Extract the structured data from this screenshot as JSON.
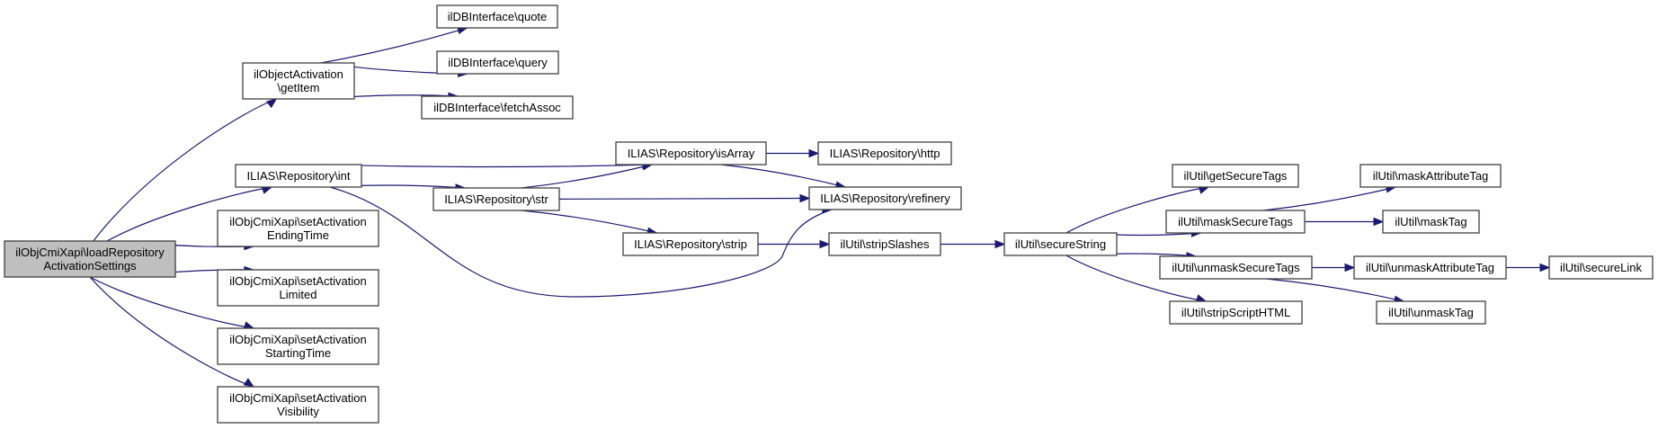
{
  "title": "Call graph of ilObjCmiXapi\\loadRepositoryActivationSettings",
  "colors": {
    "edge": "#191970",
    "root_fill": "#bfbfbf",
    "node_fill": "#ffffff",
    "node_border": "#404040"
  },
  "nodes": [
    {
      "id": "root",
      "lines": [
        "ilObjCmiXapi\\loadRepository",
        "ActivationSettings"
      ],
      "root": true
    },
    {
      "id": "getItem",
      "lines": [
        "ilObjectActivation",
        "\\getItem"
      ]
    },
    {
      "id": "quote",
      "lines": [
        "ilDBInterface\\quote"
      ]
    },
    {
      "id": "query",
      "lines": [
        "ilDBInterface\\query"
      ]
    },
    {
      "id": "fetchAssoc",
      "lines": [
        "ilDBInterface\\fetchAssoc"
      ]
    },
    {
      "id": "int",
      "lines": [
        "ILIAS\\Repository\\int"
      ]
    },
    {
      "id": "str",
      "lines": [
        "ILIAS\\Repository\\str"
      ]
    },
    {
      "id": "isArray",
      "lines": [
        "ILIAS\\Repository\\isArray"
      ]
    },
    {
      "id": "http",
      "lines": [
        "ILIAS\\Repository\\http"
      ]
    },
    {
      "id": "refinery",
      "lines": [
        "ILIAS\\Repository\\refinery"
      ]
    },
    {
      "id": "strip",
      "lines": [
        "ILIAS\\Repository\\strip"
      ]
    },
    {
      "id": "stripSlashes",
      "lines": [
        "ilUtil\\stripSlashes"
      ]
    },
    {
      "id": "secureString",
      "lines": [
        "ilUtil\\secureString"
      ]
    },
    {
      "id": "getSecureTags",
      "lines": [
        "ilUtil\\getSecureTags"
      ]
    },
    {
      "id": "maskSecureTags",
      "lines": [
        "ilUtil\\maskSecureTags"
      ]
    },
    {
      "id": "unmaskSecureTags",
      "lines": [
        "ilUtil\\unmaskSecureTags"
      ]
    },
    {
      "id": "stripScriptHTML",
      "lines": [
        "ilUtil\\stripScriptHTML"
      ]
    },
    {
      "id": "maskAttributeTag",
      "lines": [
        "ilUtil\\maskAttributeTag"
      ]
    },
    {
      "id": "maskTag",
      "lines": [
        "ilUtil\\maskTag"
      ]
    },
    {
      "id": "unmaskAttributeTag",
      "lines": [
        "ilUtil\\unmaskAttributeTag"
      ]
    },
    {
      "id": "secureLink",
      "lines": [
        "ilUtil\\secureLink"
      ]
    },
    {
      "id": "unmaskTag",
      "lines": [
        "ilUtil\\unmaskTag"
      ]
    },
    {
      "id": "endingTime",
      "lines": [
        "ilObjCmiXapi\\setActivation",
        "EndingTime"
      ]
    },
    {
      "id": "limited",
      "lines": [
        "ilObjCmiXapi\\setActivation",
        "Limited"
      ]
    },
    {
      "id": "startingTime",
      "lines": [
        "ilObjCmiXapi\\setActivation",
        "StartingTime"
      ]
    },
    {
      "id": "visibility",
      "lines": [
        "ilObjCmiXapi\\setActivation",
        "Visibility"
      ]
    }
  ],
  "edges": [
    [
      "root",
      "getItem"
    ],
    [
      "root",
      "int"
    ],
    [
      "root",
      "endingTime"
    ],
    [
      "root",
      "limited"
    ],
    [
      "root",
      "startingTime"
    ],
    [
      "root",
      "visibility"
    ],
    [
      "getItem",
      "quote"
    ],
    [
      "getItem",
      "query"
    ],
    [
      "getItem",
      "fetchAssoc"
    ],
    [
      "int",
      "isArray"
    ],
    [
      "int",
      "str"
    ],
    [
      "int",
      "refinery"
    ],
    [
      "str",
      "isArray"
    ],
    [
      "str",
      "refinery"
    ],
    [
      "str",
      "strip"
    ],
    [
      "isArray",
      "http"
    ],
    [
      "isArray",
      "refinery"
    ],
    [
      "strip",
      "stripSlashes"
    ],
    [
      "stripSlashes",
      "secureString"
    ],
    [
      "secureString",
      "getSecureTags"
    ],
    [
      "secureString",
      "maskSecureTags"
    ],
    [
      "secureString",
      "unmaskSecureTags"
    ],
    [
      "secureString",
      "stripScriptHTML"
    ],
    [
      "maskSecureTags",
      "maskAttributeTag"
    ],
    [
      "maskSecureTags",
      "maskTag"
    ],
    [
      "unmaskSecureTags",
      "unmaskAttributeTag"
    ],
    [
      "unmaskSecureTags",
      "unmaskTag"
    ],
    [
      "unmaskAttributeTag",
      "secureLink"
    ]
  ]
}
